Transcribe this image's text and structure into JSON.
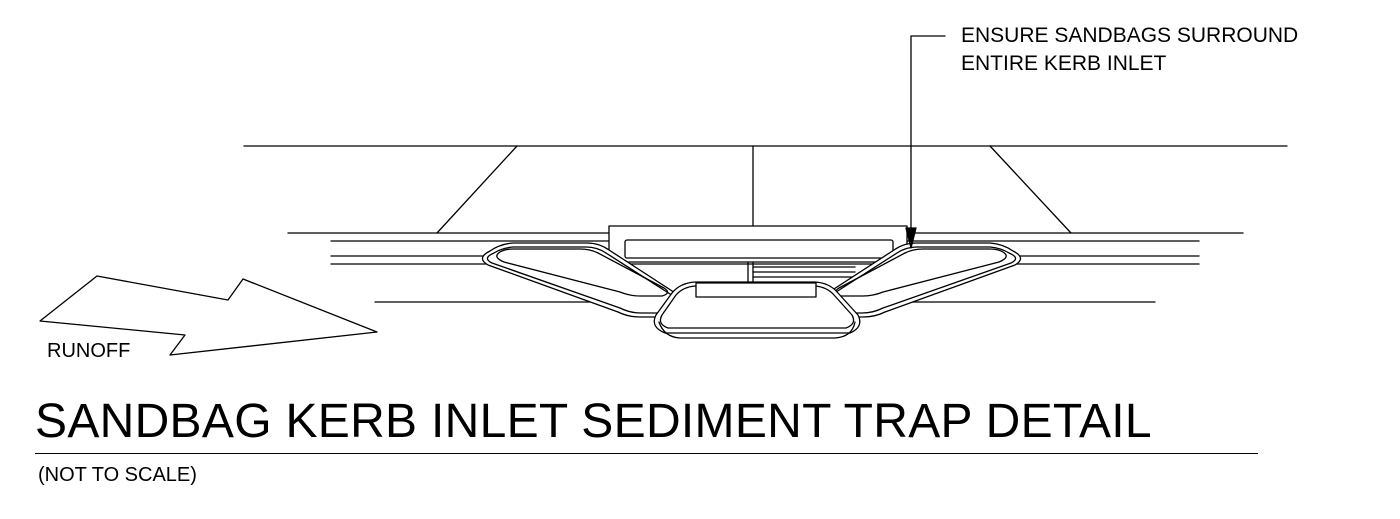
{
  "callout": {
    "line1": "ENSURE SANDBAGS SURROUND",
    "line2": "ENTIRE KERB INLET"
  },
  "runoff_label": "RUNOFF",
  "title": "SANDBAG KERB INLET SEDIMENT TRAP DETAIL",
  "subtitle": "(NOT TO SCALE)",
  "colors": {
    "line": "#000000",
    "background": "#ffffff"
  },
  "icons": [
    "runoff-arrow-icon",
    "leader-arrow-icon"
  ]
}
